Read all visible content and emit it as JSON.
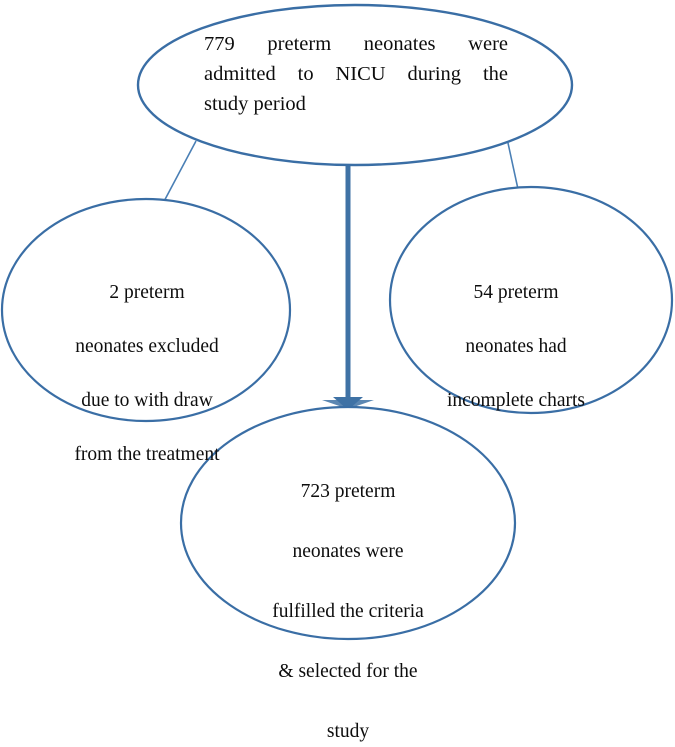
{
  "diagram": {
    "type": "study-flow-chart",
    "stroke_color": "#3a6ea5",
    "thick_stroke_color": "#3f72a5",
    "text_color": "#0d0d0d",
    "background": "#ffffff",
    "nodes": [
      {
        "id": "top",
        "shape": "ellipse",
        "role": "enrollment-total",
        "count": 779,
        "lines": [
          "779  preterm  neonates  were",
          "admitted to NICU during the",
          "study period"
        ],
        "text": "779 preterm neonates were admitted to NICU during the study period"
      },
      {
        "id": "left",
        "shape": "circle",
        "role": "excluded-withdrawn",
        "count": 2,
        "lines": [
          "2 preterm",
          "neonates excluded",
          "due to with draw",
          "from the treatment"
        ],
        "text": "2 preterm neonates excluded due to with draw from the treatment"
      },
      {
        "id": "right",
        "shape": "circle",
        "role": "excluded-incomplete-charts",
        "count": 54,
        "lines": [
          "54 preterm",
          "neonates had",
          "incomplete charts"
        ],
        "text": "54 preterm neonates had incomplete charts"
      },
      {
        "id": "bottom",
        "shape": "ellipse",
        "role": "included-final-sample",
        "count": 723,
        "lines": [
          "723 preterm",
          "neonates were",
          "fulfilled the criteria",
          "& selected for the",
          "study"
        ],
        "text": "723 preterm neonates were fulfilled the criteria & selected for the study"
      }
    ],
    "connectors": [
      {
        "id": "top-to-left",
        "from": "top",
        "to": "left",
        "style": "thin-line",
        "arrow": false
      },
      {
        "id": "top-to-right",
        "from": "top",
        "to": "right",
        "style": "thin-line",
        "arrow": false
      },
      {
        "id": "top-to-bottom",
        "from": "top",
        "to": "bottom",
        "style": "thick-line",
        "arrow": true
      }
    ]
  }
}
